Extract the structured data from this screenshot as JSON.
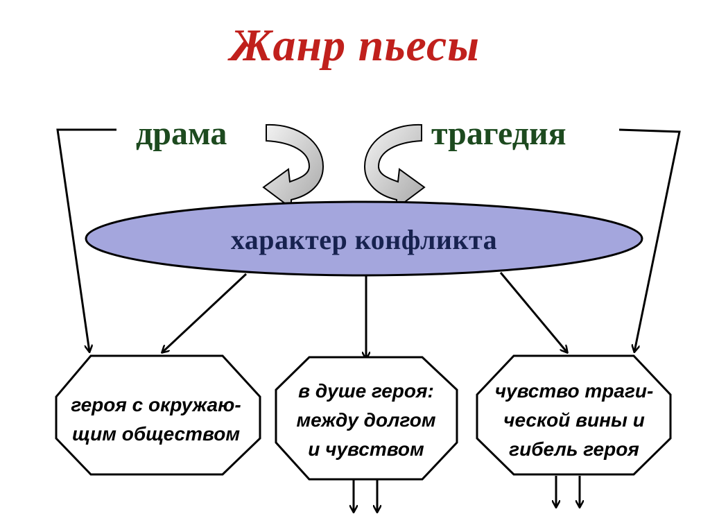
{
  "title": "Жанр  пьесы",
  "genres": {
    "left": "драма",
    "right": "трагедия"
  },
  "center": "характер конфликта",
  "boxes": [
    {
      "lines": [
        "героя с окружаю-",
        "щим обществом"
      ]
    },
    {
      "lines": [
        "в душе героя:",
        "между долгом",
        "и чувством"
      ]
    },
    {
      "lines": [
        "чувство траги-",
        "ческой вины и",
        "гибель героя"
      ]
    }
  ],
  "colors": {
    "title": "#c0201c",
    "genre": "#1d4a1f",
    "ellipse_fill": "#a4a6dd",
    "ellipse_text": "#17224f",
    "curved_arrow_fill": "#c8c8c8"
  }
}
